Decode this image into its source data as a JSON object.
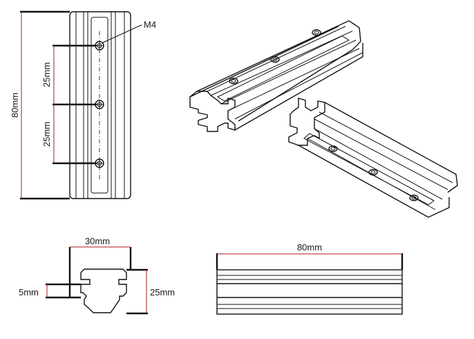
{
  "diagram": {
    "labels": {
      "thread": "M4",
      "total_length_side": "80mm",
      "hole_spacing_top": "25mm",
      "hole_spacing_bottom": "25mm",
      "width": "30mm",
      "height": "25mm",
      "slot_depth": "5mm",
      "total_length_bottom": "80mm"
    },
    "colors": {
      "outline": "#111111",
      "dimension_accent": "#b01818",
      "background": "#ffffff"
    }
  }
}
